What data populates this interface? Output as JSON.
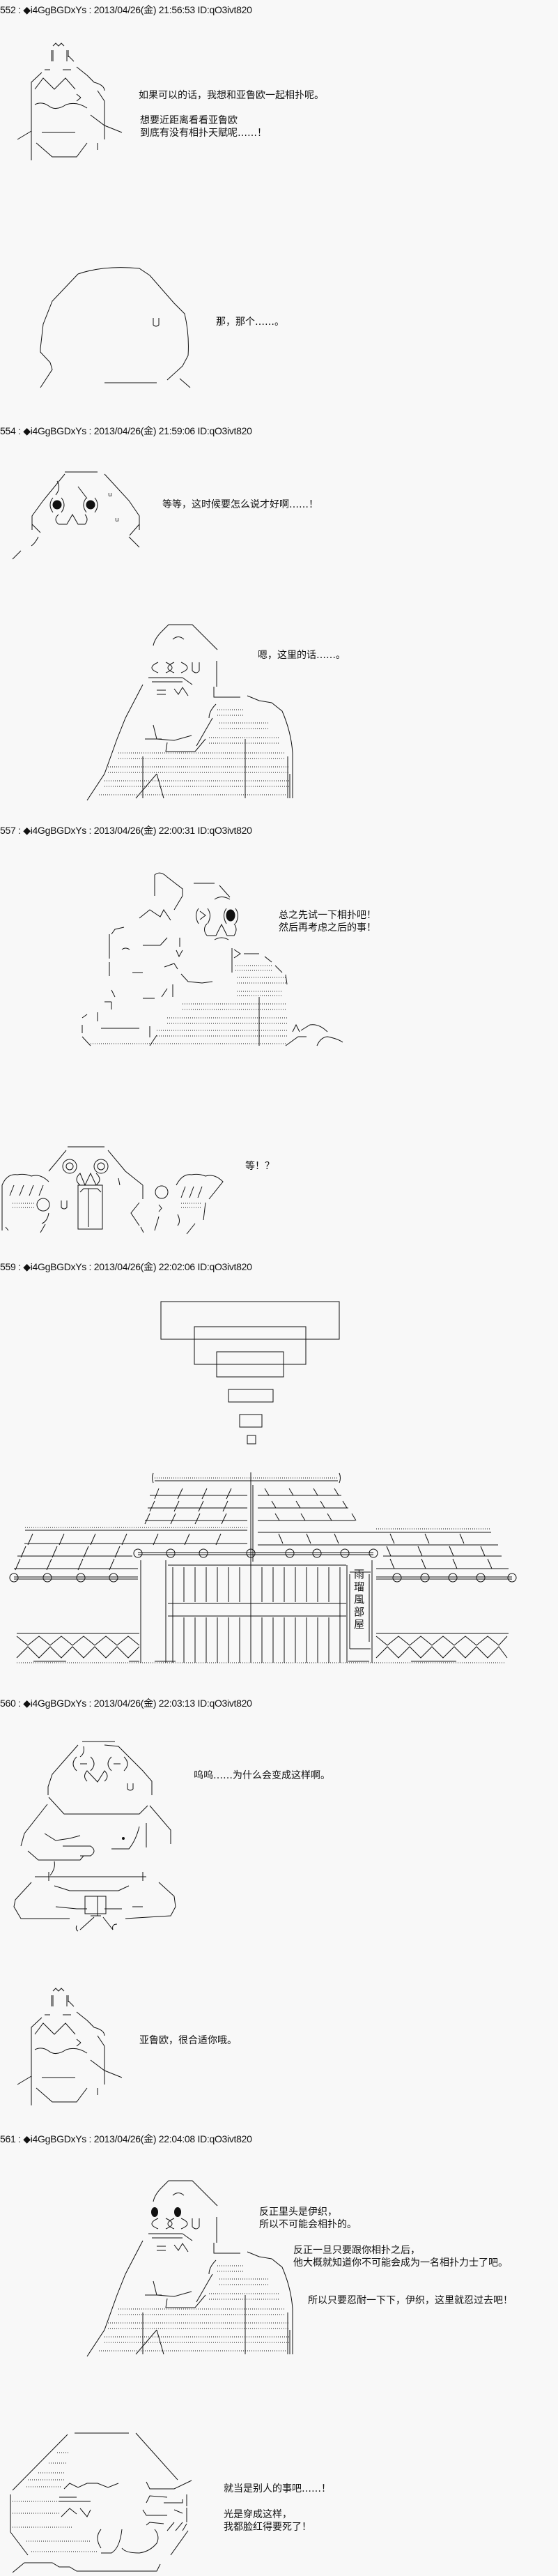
{
  "posts": [
    {
      "header": "552 : ◆i4GgBGDxYs : 2013/04/26(金) 21:56:53 ID:qO3ivt820",
      "dialogues": [
        {
          "lines": [
            "如果可以的话，我想和亚鲁欧一起相扑呢。"
          ]
        },
        {
          "lines": [
            "想要近距离看看亚鲁欧",
            "到底有没有相扑天赋呢……！"
          ]
        },
        {
          "lines": [
            "那，那个……。"
          ]
        }
      ]
    },
    {
      "header": "554 : ◆i4GgBGDxYs : 2013/04/26(金) 21:59:06 ID:qO3ivt820",
      "dialogues": [
        {
          "lines": [
            "等等，这时候要怎么说才好啊……！"
          ]
        },
        {
          "lines": [
            "嗯，这里的话……。"
          ]
        }
      ]
    },
    {
      "header": "557 : ◆i4GgBGDxYs : 2013/04/26(金) 22:00:31 ID:qO3ivt820",
      "dialogues": [
        {
          "lines": [
            "总之先试一下相扑吧！",
            "然后再考虑之后的事！"
          ]
        },
        {
          "lines": [
            "等！？"
          ]
        }
      ]
    },
    {
      "header": "559 : ◆i4GgBGDxYs : 2013/04/26(金) 22:02:06 ID:qO3ivt820",
      "sign": "雨瑠風部屋"
    },
    {
      "header": "560 : ◆i4GgBGDxYs : 2013/04/26(金) 22:03:13 ID:qO3ivt820",
      "dialogues": [
        {
          "lines": [
            "呜呜……为什么会变成这样啊。"
          ]
        },
        {
          "lines": [
            "亚鲁欧，很合适你哦。"
          ]
        }
      ]
    },
    {
      "header": "561 : ◆i4GgBGDxYs : 2013/04/26(金) 22:04:08 ID:qO3ivt820",
      "dialogues": [
        {
          "lines": [
            "反正里头是伊织，",
            "所以不可能会相扑的。"
          ]
        },
        {
          "lines": [
            "反正一旦只要跟你相扑之后，",
            "他大概就知道你不可能会成为一名相扑力士了吧。"
          ]
        },
        {
          "lines": [
            "所以只要忍耐一下下，伊织，这里就忍过去吧！"
          ]
        },
        {
          "lines": [
            "就当是别人的事吧……！"
          ]
        },
        {
          "lines": [
            "光是穿成这样，",
            "我都脸红得要死了！"
          ]
        }
      ]
    }
  ]
}
